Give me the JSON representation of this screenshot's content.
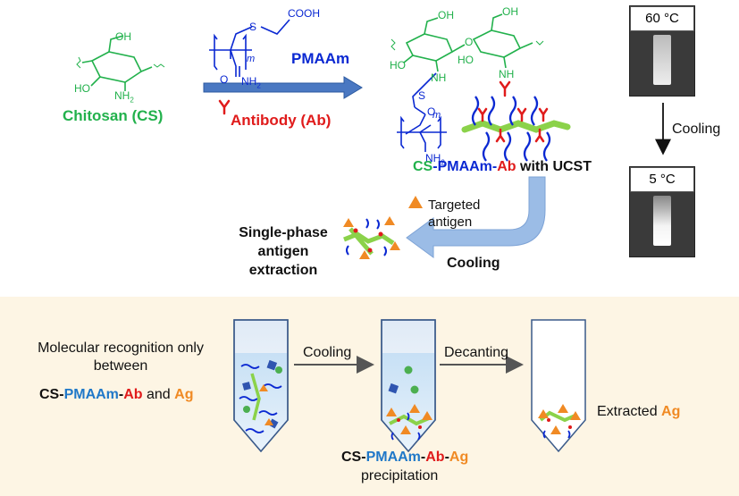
{
  "colors": {
    "chitosan_green": "#22b14c",
    "pmaam_blue": "#0a28d2",
    "antibody_red": "#e01b1b",
    "antigen_orange": "#f08a24",
    "arrow_blue": "#4a78c2",
    "cooling_arrow_light": "#9bbce6",
    "panel_bg": "#fdf5e4"
  },
  "structures": {
    "chitosan_oh": "OH",
    "chitosan_ho": "HO",
    "chitosan_nh2": "NH",
    "chitosan_nh2_sub": "2",
    "pmaam_s": "S",
    "pmaam_cooh": "COOH",
    "pmaam_m": "m",
    "pmaam_o": "O",
    "pmaam_nh2": "NH",
    "pmaam_nh2_sub": "2",
    "conj_oh1": "OH",
    "conj_oh2": "OH",
    "conj_ho1": "HO",
    "conj_ho2": "HO",
    "conj_o": "O",
    "conj_nh1": "NH",
    "conj_nh2": "NH",
    "conj_s": "S",
    "conj_m": "m",
    "conj_o2": "O",
    "conj_nh2_amide": "NH",
    "conj_nh2_amide_sub": "2"
  },
  "labels": {
    "chitosan": "Chitosan (CS)",
    "pmaam": "PMAAm",
    "antibody": "Antibody (Ab)",
    "conjugate_cs": "CS",
    "conjugate_dash1": "-",
    "conjugate_pmaam": "PMAAm",
    "conjugate_dash2": "-",
    "conjugate_ab": "Ab",
    "conjugate_suffix": " with UCST",
    "targeted_antigen_line1": "Targeted",
    "targeted_antigen_line2": "antigen",
    "cooling_main": "Cooling",
    "extraction_line1": "Single-phase",
    "extraction_line2": "antigen",
    "extraction_line3": "extraction",
    "photo_top_label": "60 °C",
    "photo_bottom_label": "5 °C",
    "photo_cooling": "Cooling"
  },
  "bottom": {
    "recognition_line1": "Molecular recognition only",
    "recognition_line2": "between",
    "pair_cs": "CS",
    "pair_dash1": "-",
    "pair_pmaam": "PMAAm",
    "pair_dash2": "-",
    "pair_ab": "Ab",
    "pair_and": " and ",
    "pair_ag": "Ag",
    "step1": "Cooling",
    "step2": "Decanting",
    "precip_cs": "CS",
    "precip_dash1": "-",
    "precip_pmaam": "PMAAm",
    "precip_dash2": "-",
    "precip_ab": "Ab",
    "precip_dash3": "-",
    "precip_ag": "Ag",
    "precip_word": "precipitation",
    "extracted_word": "Extracted ",
    "extracted_ag": "Ag"
  }
}
